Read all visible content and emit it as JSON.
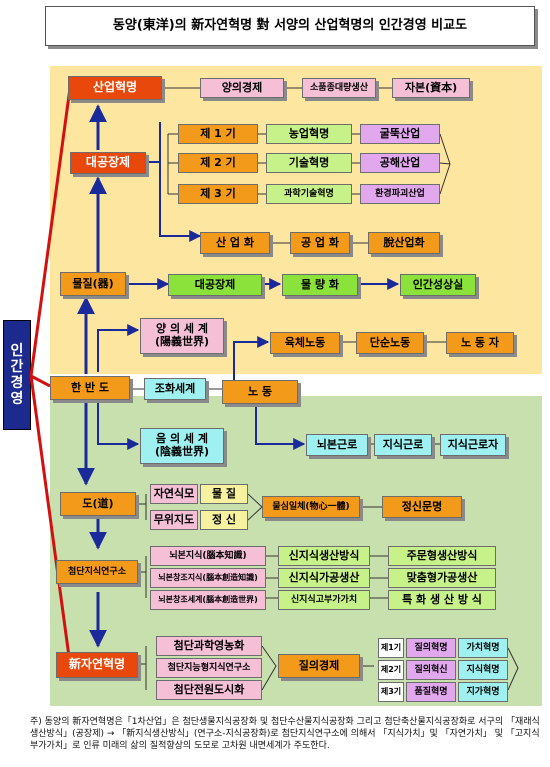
{
  "title": "동양(東洋)의 新자연혁명 對 서양의 산업혁명의 인간경영 비교도",
  "side_label": "인간경영",
  "colors": {
    "panel_top": "#fde6a0",
    "panel_bottom": "#c8dfae",
    "side": "#1b2a8c",
    "red_box": "#e8480c",
    "title_bg": "#ffffff"
  },
  "top": {
    "industrial_revolution": "산업혁명",
    "results": [
      "양의경제",
      "소품종대량생산",
      "자본(資本)"
    ],
    "factory": "대공장제",
    "periods": [
      {
        "period": "제 1 기",
        "revolution": "농업혁명",
        "industry": "굴뚝산업"
      },
      {
        "period": "제 2 기",
        "revolution": "기술혁명",
        "industry": "공해산업"
      },
      {
        "period": "제 3 기",
        "revolution": "과학기술혁명",
        "industry": "환경파괴산업"
      }
    ],
    "ization": [
      "산 업 화",
      "공 업 화",
      "脫산업화"
    ],
    "material_row": [
      "물질(器)",
      "대공장제",
      "물 량 화",
      "인간성상실"
    ],
    "yang_world": "양 의 세 계\n(陽義世界)",
    "labor_row": [
      "육체노동",
      "단순노동",
      "노 동 자"
    ]
  },
  "middle": {
    "hanbando": "한 반 도",
    "harmony": "조화세계",
    "labor": "노   동"
  },
  "bottom": {
    "eum_world": "음 의 세 계\n(陰義世界)",
    "brain_row": [
      "뇌본근로",
      "지식근로",
      "지식근로자"
    ],
    "dao": "도(道)",
    "dao_pairs": [
      {
        "left": "자연식모",
        "right": "물  질"
      },
      {
        "left": "무위지도",
        "right": "정  신"
      }
    ],
    "unity": "물심일체(物心一體)",
    "spirit": "정신문명",
    "research": "첨단지식연구소",
    "brain_knowledge": [
      "뇌본지식(腦本知識)",
      "뇌본창조지식(腦本創造知識)",
      "뇌본창조세계(腦本創造世界)"
    ],
    "methods": [
      "신지식생산방식",
      "신지식가공생산",
      "신지식고부가가치"
    ],
    "production": [
      "주문형생산방식",
      "맞춤형가공생산",
      "특 화 생 산 방 식"
    ],
    "new_revolution": "新자연혁명",
    "advanced": [
      "첨단과학영농화",
      "첨단지능형지식연구소",
      "첨단전원도시화"
    ],
    "quality_economy": "질의경제",
    "final": [
      {
        "period": "제1기",
        "revolution": "질의혁명",
        "value": "가치혁명"
      },
      {
        "period": "제2기",
        "revolution": "질의혁신",
        "value": "지식혁명"
      },
      {
        "period": "제3기",
        "revolution": "품질혁명",
        "value": "지가혁명"
      }
    ]
  },
  "footnote": "주) 동양의 新자연혁명은「1차산업」은 첨단생물지식공장화 및 첨단수산물지식공장화 그리고 첨단축산물지식공장화로 서구의 「재래식 생산방식」(공장제) → 「新지식생산방식」(연구소-지식공장화)로 첨단지식연구소에 의해서 「지식가치」및 「자연가치」 및 「고지식 부가가치」로 인류 미래의 삶의 질적향상의 도모로 고차원 내면세계가 주도한다."
}
